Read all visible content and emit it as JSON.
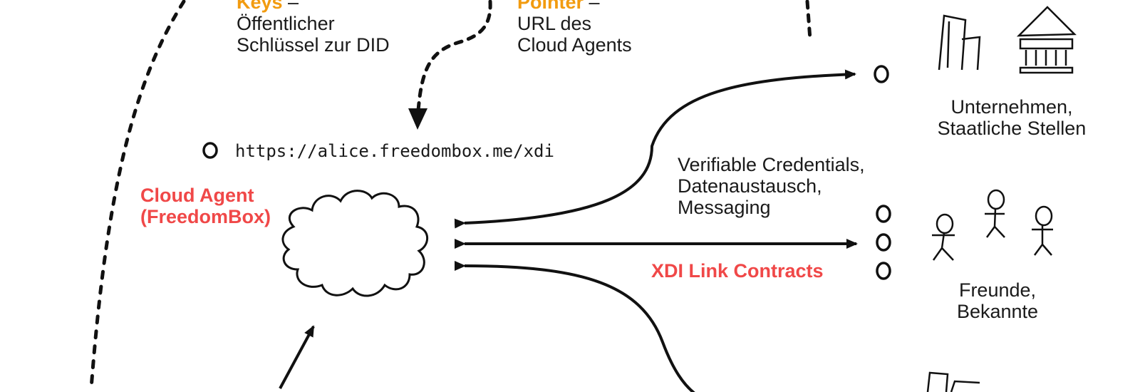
{
  "colors": {
    "accent_orange": "#f29b0f",
    "accent_red": "#f04848",
    "ink": "#111111"
  },
  "keys_note": {
    "title": "Keys",
    "dash": " –",
    "line1": "Öffentlicher",
    "line2": "Schlüssel zur DID"
  },
  "pointer_note": {
    "title": "Pointer",
    "dash": " –",
    "line1": "URL des",
    "line2": "Cloud Agents"
  },
  "endpoint_url": "https://alice.freedombox.me/xdi",
  "cloud_agent": {
    "line1": "Cloud Agent",
    "line2": "(FreedomBox)"
  },
  "exchange_label": {
    "line1": "Verifiable Credentials,",
    "line2": "Datenaustausch,",
    "line3": "Messaging"
  },
  "link_contracts_label": "XDI Link Contracts",
  "groups": {
    "organizations": {
      "line1": "Unternehmen,",
      "line2": "Staatliche Stellen"
    },
    "friends": {
      "line1": "Freunde,",
      "line2": "Bekannte"
    }
  },
  "icons": [
    "dotted-arc-left",
    "dotted-arrow-to-endpoint",
    "endpoint-circle",
    "cloud-icon",
    "buildings-icon",
    "government-building-icon",
    "stick-figure-icon",
    "peer-circle-icon"
  ]
}
